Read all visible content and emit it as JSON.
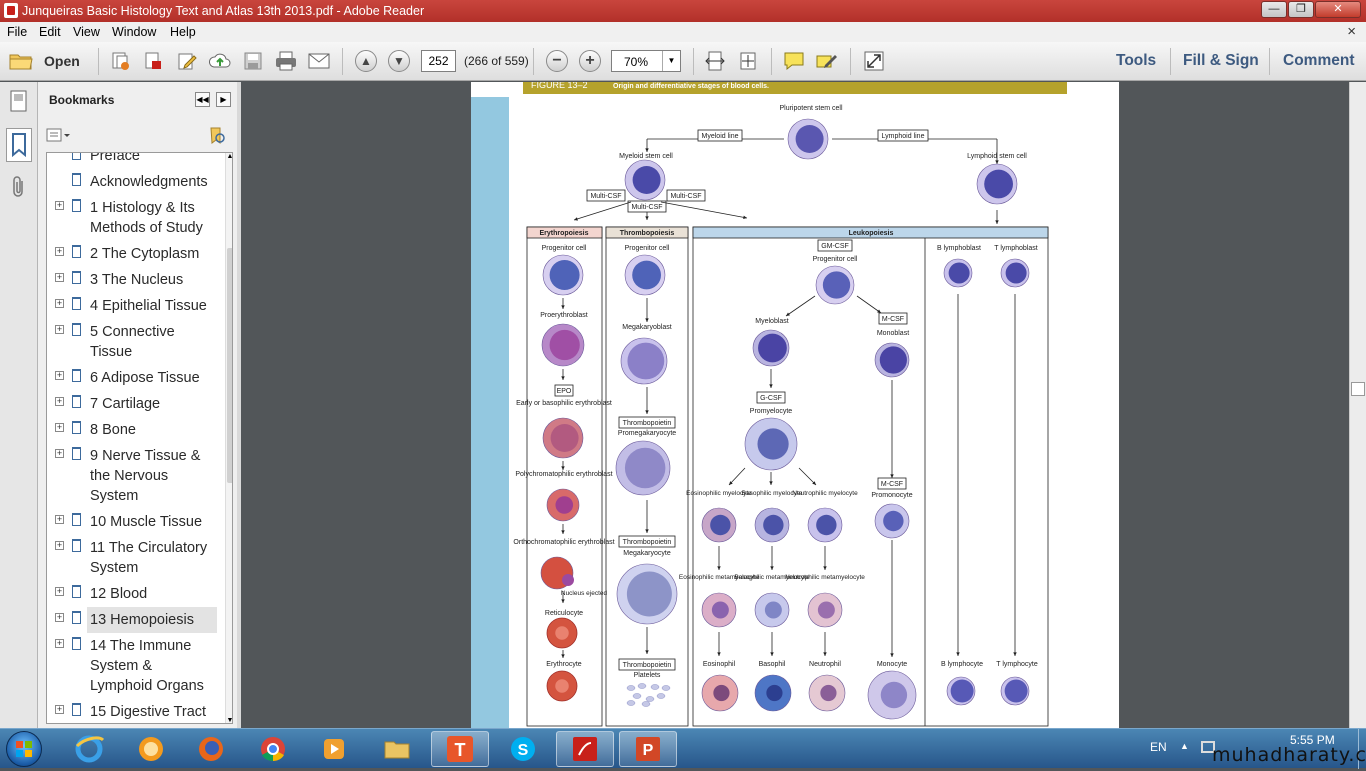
{
  "window": {
    "title": "Junqueiras Basic Histology Text and Atlas 13th 2013.pdf - Adobe Reader"
  },
  "menu": [
    "File",
    "Edit",
    "View",
    "Window",
    "Help"
  ],
  "toolbar": {
    "open": "Open",
    "page": "252",
    "page_count": "(266 of 559)",
    "zoom": "70%",
    "tools": "Tools",
    "fill_sign": "Fill & Sign",
    "comment": "Comment"
  },
  "bookmarks_panel": {
    "title": "Bookmarks",
    "items": [
      {
        "label": "Preface"
      },
      {
        "label": "Acknowledgments"
      },
      {
        "label": "1 Histology & Its Methods of Study"
      },
      {
        "label": "2 The Cytoplasm"
      },
      {
        "label": "3 The Nucleus"
      },
      {
        "label": "4 Epithelial Tissue"
      },
      {
        "label": "5 Connective Tissue"
      },
      {
        "label": "6 Adipose Tissue"
      },
      {
        "label": "7 Cartilage"
      },
      {
        "label": "8 Bone"
      },
      {
        "label": "9 Nerve Tissue & the Nervous System"
      },
      {
        "label": "10 Muscle Tissue"
      },
      {
        "label": "11 The Circulatory System"
      },
      {
        "label": "12 Blood"
      },
      {
        "label": "13 Hemopoiesis",
        "selected": true
      },
      {
        "label": "14 The Immune System & Lymphoid Organs"
      },
      {
        "label": "15 Digestive Tract"
      }
    ]
  },
  "figure": {
    "caption_num": "FIGURE 13–2",
    "caption_text": "Origin and differentiative stages of blood cells.",
    "labels": {
      "pluripotent": "Pluripotent stem cell",
      "myeloid_line": "Myeloid line",
      "lymphoid_line": "Lymphoid line",
      "myeloid_stem": "Myeloid stem cell",
      "lymphoid_stem": "Lymphoid stem cell",
      "multicsf": "Multi-CSF",
      "erythropoiesis": "Erythropoiesis",
      "thrombopoiesis": "Thrombopoiesis",
      "leukopoiesis": "Leukopoiesis",
      "progenitor": "Progenitor cell",
      "proerythroblast": "Proerythroblast",
      "epo": "EPO",
      "early_baso": "Early or basophilic erythroblast",
      "polychrom": "Polychromatophilic erythroblast",
      "orthochrom": "Orthochromatophilic erythroblast",
      "nucleus_ejected": "Nucleus ejected",
      "reticulocyte": "Reticulocyte",
      "erythrocyte": "Erythrocyte",
      "megakaryoblast": "Megakaryoblast",
      "thrombopoietin": "Thrombopoietin",
      "promegakaryocyte": "Promegakaryocyte",
      "megakaryocyte": "Megakaryocyte",
      "platelets": "Platelets",
      "gmcsf": "GM-CSF",
      "myeloblast": "Myeloblast",
      "mcsf": "M-CSF",
      "monoblast": "Monoblast",
      "gcsf": "G-CSF",
      "promyelocyte": "Promyelocyte",
      "eos_myelo": "Eosinophilic myelocyte",
      "baso_myelo": "Basophilic myelocyte",
      "neut_myelo": "Neutrophilic myelocyte",
      "eos_meta": "Eosinophilic metamyelocyte",
      "baso_meta": "Basophilic metamyelocyte",
      "neut_meta": "Neutrophilic metamyelocyte",
      "eosinophil": "Eosinophil",
      "basophil": "Basophil",
      "neutrophil": "Neutrophil",
      "promonocyte": "Promonocyte",
      "monocyte": "Monocyte",
      "b_lymphoblast": "B lymphoblast",
      "t_lymphoblast": "T lymphoblast",
      "b_lymphocyte": "B lymphocyte",
      "t_lymphocyte": "T lymphocyte"
    }
  },
  "taskbar": {
    "language": "EN",
    "time": "5:55 PM",
    "watermark": "muhadharaty.com"
  },
  "colors": {
    "titlebar": "#b8332c",
    "figure_header": "#b5a22c",
    "erythro_header": "#f3d5cf",
    "thrombo_header": "#e9e1d6",
    "leuko_header": "#bcd6ea",
    "page_margin": "#93c8e0"
  }
}
